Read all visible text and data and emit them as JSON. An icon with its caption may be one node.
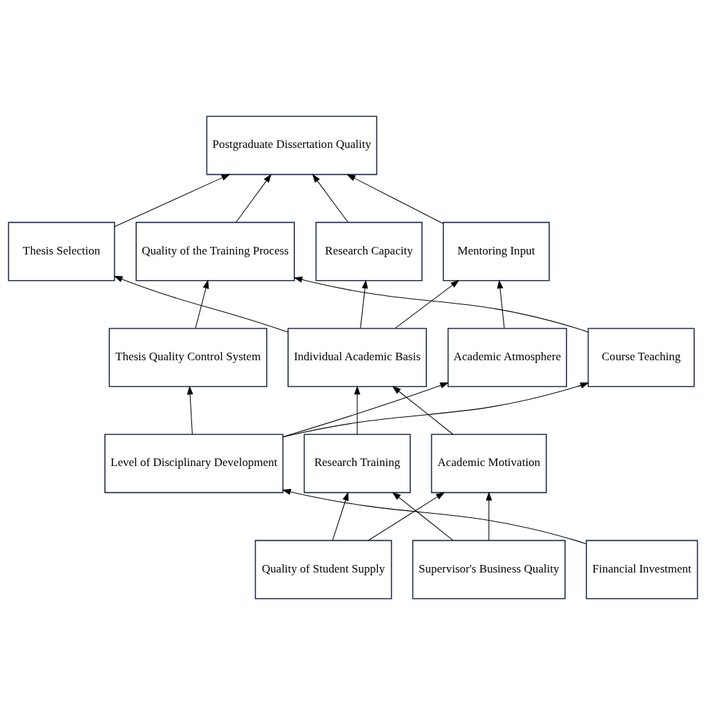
{
  "diagram": {
    "nodes": [
      {
        "text": [
          "Postgraduate Dissertation Quality"
        ]
      },
      {
        "text": [
          "Thesis Selection"
        ]
      },
      {
        "text": [
          "Quality of the Training Process"
        ]
      },
      {
        "text": [
          "Research Capacity"
        ]
      },
      {
        "text": [
          "Mentoring Input"
        ]
      },
      {
        "text": [
          "Thesis Quality Control System"
        ]
      },
      {
        "text": [
          "Individual Academic Basis"
        ]
      },
      {
        "text": [
          "Academic Atmosphere"
        ]
      },
      {
        "text": [
          "Course Teaching"
        ]
      },
      {
        "text": [
          "Level of Disciplinary Development"
        ]
      },
      {
        "text": [
          "Research Training"
        ]
      },
      {
        "text": [
          "Academic Motivation"
        ]
      },
      {
        "text": [
          "Quality of Student Supply"
        ]
      },
      {
        "text": [
          "Supervisor's Business Quality"
        ]
      },
      {
        "text": [
          "Financial Investment"
        ]
      }
    ],
    "edges": [
      {
        "from": 1,
        "to": 0,
        "arrow": "to"
      },
      {
        "from": 2,
        "to": 0,
        "arrow": "to"
      },
      {
        "from": 3,
        "to": 0,
        "arrow": "to"
      },
      {
        "from": 4,
        "to": 0,
        "arrow": "to"
      },
      {
        "from": 6,
        "to": 1,
        "arrow": "to"
      },
      {
        "from": 5,
        "to": 2,
        "arrow": "to"
      },
      {
        "from": 8,
        "to": 2,
        "arrow": "to"
      },
      {
        "from": 6,
        "to": 3,
        "arrow": "to"
      },
      {
        "from": 6,
        "to": 4,
        "arrow": "to"
      },
      {
        "from": 7,
        "to": 4,
        "arrow": "to"
      },
      {
        "from": 9,
        "to": 5,
        "arrow": "to"
      },
      {
        "from": 10,
        "to": 6,
        "arrow": "to"
      },
      {
        "from": 11,
        "to": 6,
        "arrow": "to"
      },
      {
        "from": 9,
        "to": 7,
        "arrow": "to"
      },
      {
        "from": 9,
        "to": 8,
        "arrow": "to"
      },
      {
        "from": 14,
        "to": 9,
        "arrow": "to"
      },
      {
        "from": 12,
        "to": 10,
        "arrow": "to"
      },
      {
        "from": 13,
        "to": 10,
        "arrow": "to"
      },
      {
        "from": 12,
        "to": 11,
        "arrow": "to"
      },
      {
        "from": 13,
        "to": 11,
        "arrow": "to"
      }
    ]
  }
}
